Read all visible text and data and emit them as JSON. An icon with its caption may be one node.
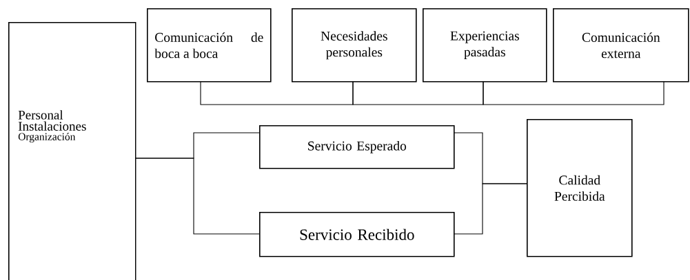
{
  "diagram": {
    "nodes": [
      {
        "text": [
          "Personal",
          "Instalaciones",
          "Organización"
        ]
      },
      {
        "text": [
          "Comunicación de boca a boca"
        ]
      },
      {
        "text": [
          "Necesidades personales"
        ]
      },
      {
        "text": [
          "Experiencias pasadas"
        ]
      },
      {
        "text": [
          "Comunicación externa"
        ]
      },
      {
        "text": [
          "Servicio Esperado"
        ]
      },
      {
        "text": [
          "Servicio Recibido"
        ]
      },
      {
        "text": [
          "Calidad Percibida"
        ]
      }
    ],
    "edges": [
      {
        "from": 1,
        "to": 2,
        "arrow": "none"
      },
      {
        "from": 2,
        "to": 3,
        "arrow": "none"
      },
      {
        "from": 3,
        "to": 4,
        "arrow": "none"
      },
      {
        "from": 0,
        "to": 5,
        "arrow": "none"
      },
      {
        "from": 0,
        "to": 6,
        "arrow": "none"
      },
      {
        "from": 5,
        "to": 7,
        "arrow": "none"
      },
      {
        "from": 6,
        "to": 7,
        "arrow": "none"
      }
    ]
  }
}
